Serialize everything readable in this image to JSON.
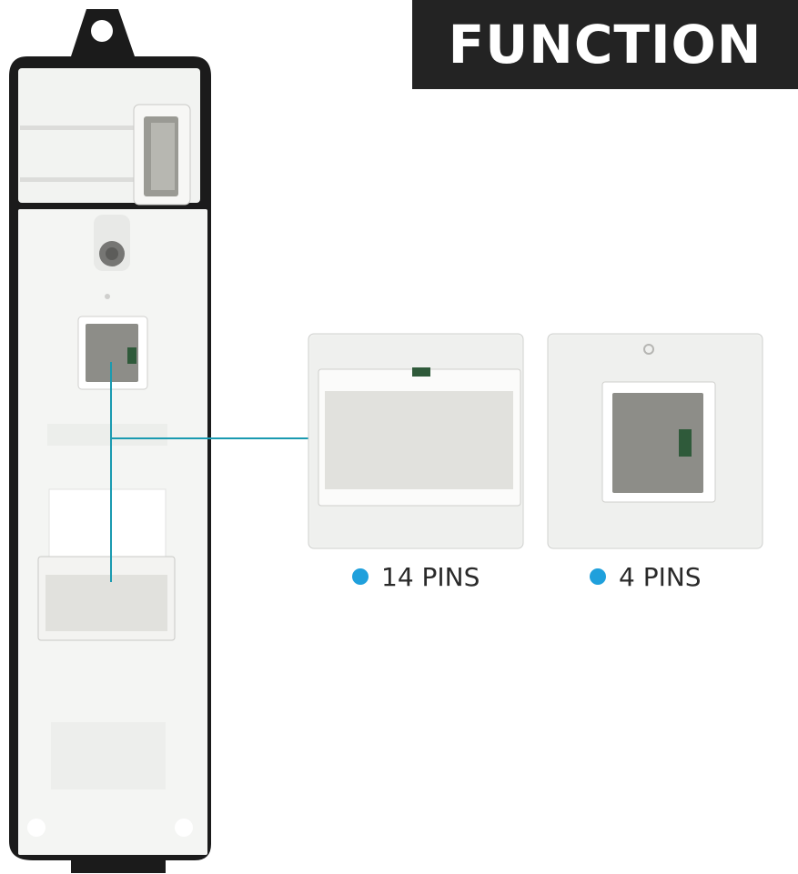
{
  "banner": {
    "title": "FUNCTION"
  },
  "callouts": [
    {
      "label": "14 PINS"
    },
    {
      "label": "4 PINS"
    }
  ],
  "colors": {
    "accent": "#1fa0dc",
    "banner_bg": "#232323",
    "line": "#1a9ab0"
  }
}
